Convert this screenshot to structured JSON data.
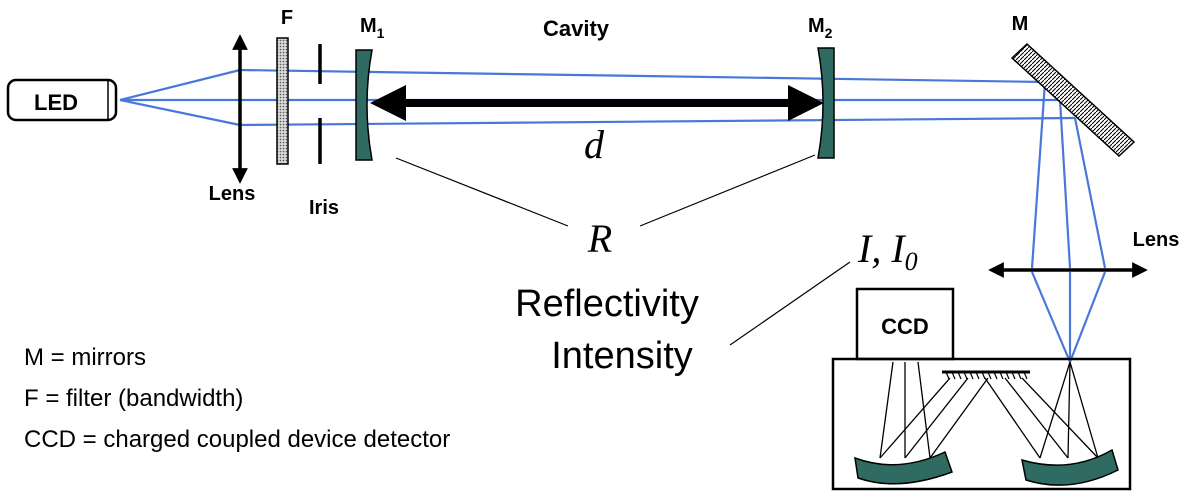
{
  "labels": {
    "led": "LED",
    "lens_left": "Lens",
    "filter": "F",
    "iris": "Iris",
    "m1_main": "M",
    "m1_sub": "1",
    "cavity": "Cavity",
    "m2_main": "M",
    "m2_sub": "2",
    "fold_mirror": "M",
    "distance": "d",
    "reflectivity_symbol": "R",
    "intensity_symbol": "I, I",
    "intensity_sub": "0",
    "reflectivity_word": "Reflectivity",
    "intensity_word": "Intensity",
    "lens_right": "Lens",
    "ccd": "CCD"
  },
  "legend": [
    "M = mirrors",
    "F = filter (bandwidth)",
    "CCD = charged coupled device detector"
  ],
  "colors": {
    "beam": "#4a78d8",
    "mirror": "#2f6a63"
  }
}
